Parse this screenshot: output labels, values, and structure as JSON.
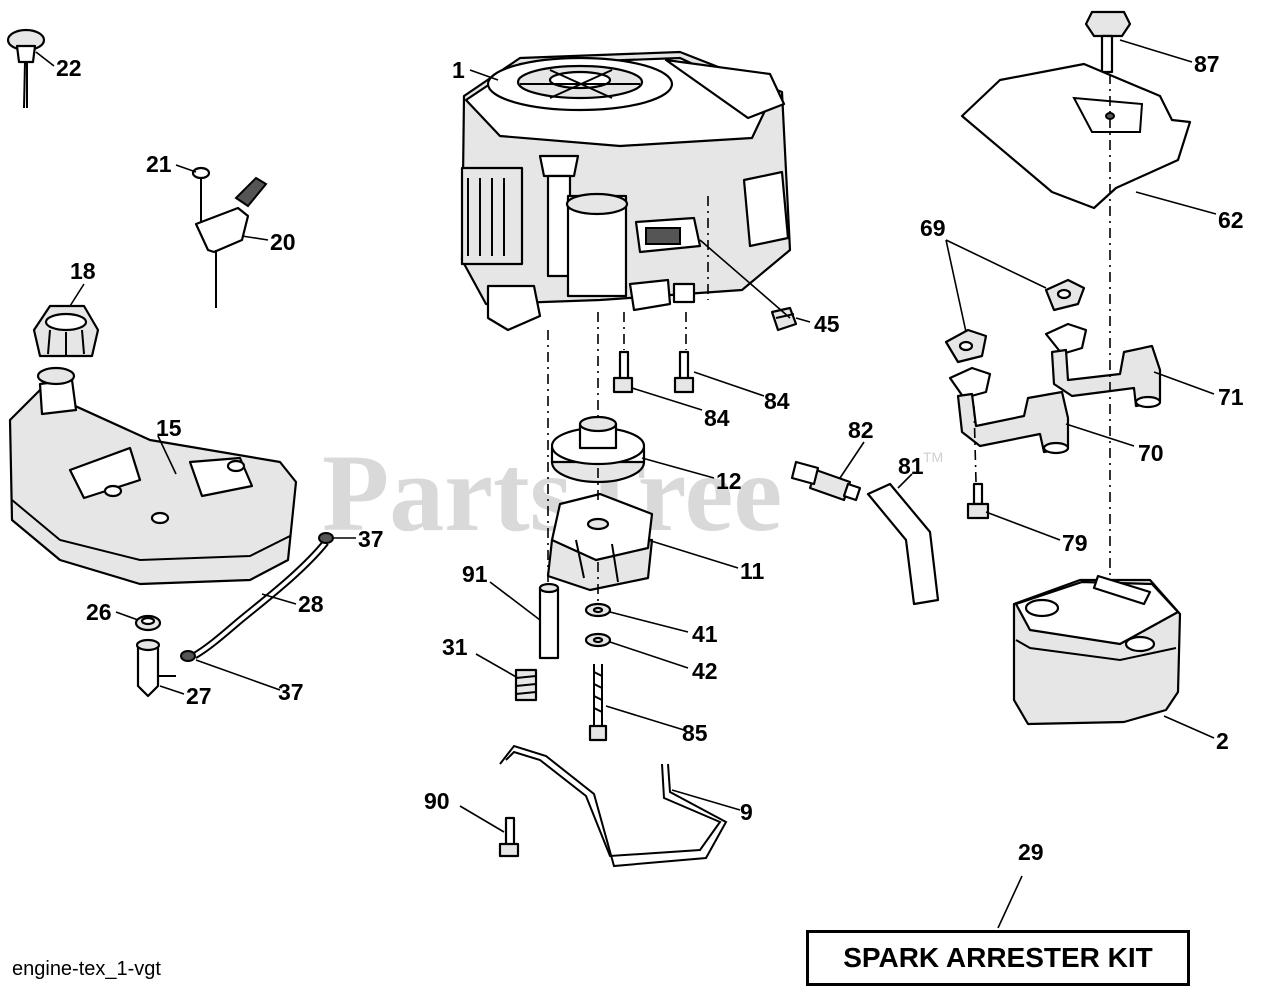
{
  "watermark": {
    "text": "PartsTree",
    "trademark": "TM"
  },
  "diagram_id": "engine-tex_1-vgt",
  "kit_box": {
    "label": "SPARK ARRESTER KIT"
  },
  "callouts": {
    "c1": "1",
    "c2": "2",
    "c9": "9",
    "c11": "11",
    "c12": "12",
    "c15": "15",
    "c18": "18",
    "c20": "20",
    "c21": "21",
    "c22": "22",
    "c26": "26",
    "c27": "27",
    "c28": "28",
    "c29": "29",
    "c31": "31",
    "c37a": "37",
    "c37b": "37",
    "c41": "41",
    "c42": "42",
    "c45": "45",
    "c62": "62",
    "c69": "69",
    "c70": "70",
    "c71": "71",
    "c79": "79",
    "c81": "81",
    "c82": "82",
    "c84a": "84",
    "c84b": "84",
    "c85": "85",
    "c87": "87",
    "c90": "90",
    "c91": "91"
  }
}
